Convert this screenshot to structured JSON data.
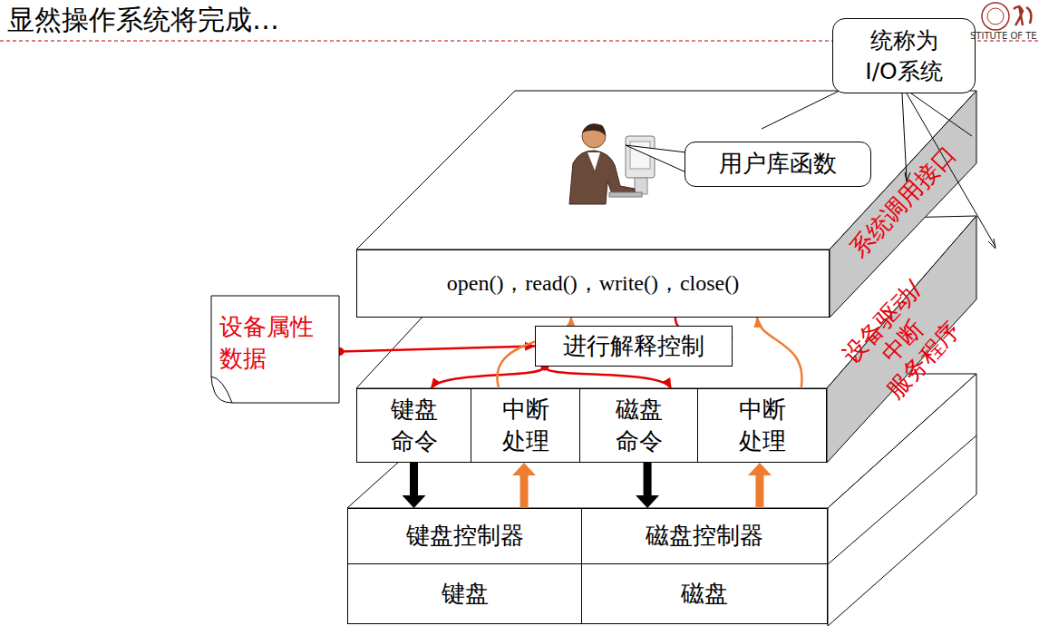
{
  "diagram": {
    "title": "显然操作系统将完成…",
    "nodes": [
      {
        "text": [
          "统称为 I/O系统"
        ]
      },
      {
        "text": [
          "用户库函数"
        ]
      },
      {
        "text": [
          "open()，read()，write()，close()"
        ]
      },
      {
        "text": [
          "进行解释控制"
        ]
      },
      {
        "text": [
          "设备属性 数据"
        ]
      },
      {
        "text": [
          "键盘 命令"
        ]
      },
      {
        "text": [
          "中断 处理"
        ]
      },
      {
        "text": [
          "磁盘 命令"
        ]
      },
      {
        "text": [
          "中断 处理"
        ]
      },
      {
        "text": [
          "键盘控制器"
        ]
      },
      {
        "text": [
          "磁盘控制器"
        ]
      },
      {
        "text": [
          "键盘"
        ]
      },
      {
        "text": [
          "磁盘"
        ]
      }
    ],
    "edges": [
      {
        "from": 4,
        "to": 3,
        "arrow": "to"
      },
      {
        "from": 2,
        "to": 3,
        "arrow": "to"
      },
      {
        "from": 3,
        "to": 5,
        "arrow": "to"
      },
      {
        "from": 3,
        "to": 7,
        "arrow": "to"
      },
      {
        "from": 6,
        "to": 2,
        "arrow": "to"
      },
      {
        "from": 8,
        "to": 2,
        "arrow": "to"
      },
      {
        "from": 5,
        "to": 9,
        "arrow": "to"
      },
      {
        "from": 9,
        "to": 6,
        "arrow": "to"
      },
      {
        "from": 7,
        "to": 10,
        "arrow": "to"
      },
      {
        "from": 10,
        "to": 8,
        "arrow": "to"
      }
    ],
    "labels": [
      "系统调用接口",
      "设备驱动/中断 服务程序",
      "STITUTE OF TE"
    ]
  }
}
